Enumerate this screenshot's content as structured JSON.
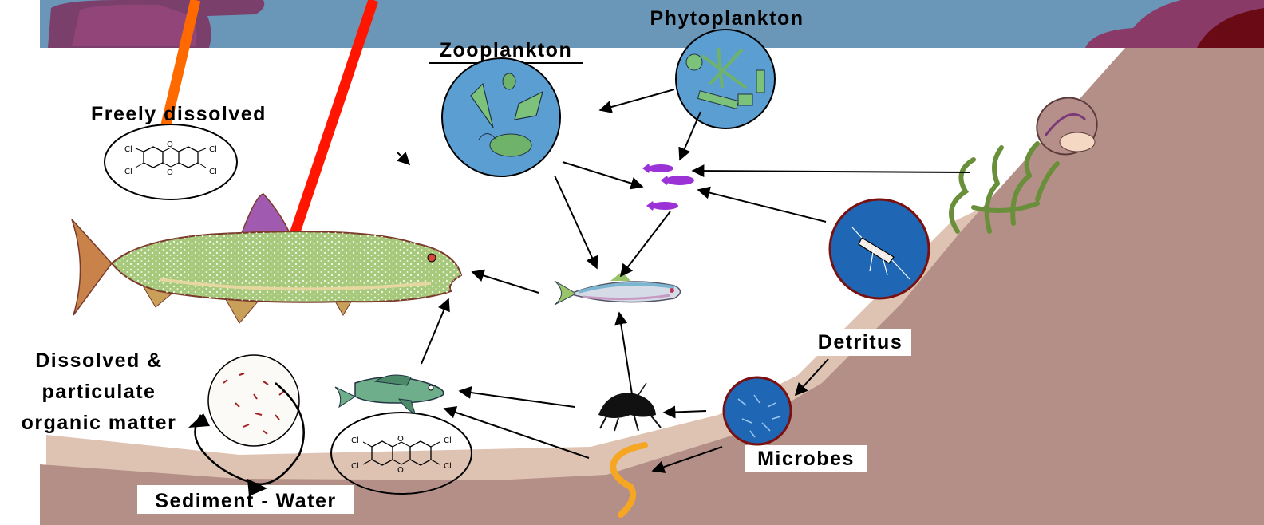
{
  "labels": {
    "phytoplankton": "Phytoplankton",
    "zooplankton": "Zooplankton",
    "freely_dissolved": "Freely dissolved",
    "dissolved_line1": "Dissolved &",
    "dissolved_line2": "particulate",
    "dissolved_line3": "organic matter",
    "sediment_water": "Sediment - Water",
    "detritus": "Detritus",
    "microbes": "Microbes"
  },
  "molecule": {
    "substituent": "Cl",
    "ring_atom": "O"
  },
  "colors": {
    "water": "#6a97b8",
    "sediment": "#b48f87",
    "sediment_top": "#dec2b2",
    "rock": "#7b3f6b",
    "orange_bar": "#ff6a00",
    "red_bar": "#ff1500",
    "circle_blue": "#1f67b4",
    "plankton_blue": "#5b9fd2",
    "trout_green": "#a7c97c",
    "worm": "#f5a623",
    "small_fish": "#9b32d6"
  }
}
